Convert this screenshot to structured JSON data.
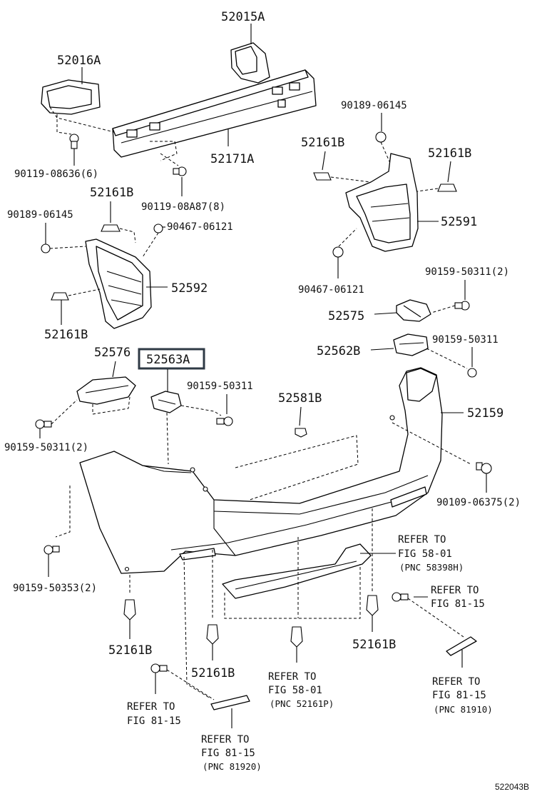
{
  "labels": {
    "p52015A": "52015A",
    "p52016A": "52016A",
    "p52171A": "52171A",
    "p90119_08636": "90119-08636(6)",
    "p90119_08A87": "90119-08A87(8)",
    "p90189_left": "90189-06145",
    "p52161B_l1": "52161B",
    "p90467_left": "90467-06121",
    "p52592": "52592",
    "p52161B_l2": "52161B",
    "p90189_right": "90189-06145",
    "p52161B_r1": "52161B",
    "p52161B_r2": "52161B",
    "p52591": "52591",
    "p90467_right": "90467-06121",
    "p90159_50311_2a": "90159-50311(2)",
    "p52575": "52575",
    "p52562B": "52562B",
    "p90159_50311_a": "90159-50311",
    "p52576": "52576",
    "p52563A": "52563A",
    "p90159_50311_b": "90159-50311",
    "p52581B": "52581B",
    "p52159": "52159",
    "p90159_50311_2b": "90159-50311(2)",
    "p90109_06375": "90109-06375(2)",
    "p90159_50353": "90159-50353(2)",
    "p52161B_b1": "52161B",
    "p52161B_b2": "52161B",
    "p52161B_b3": "52161B",
    "ref1_a": "REFER TO",
    "ref1_b": "FIG 58-01",
    "ref1_c": "(PNC 58398H)",
    "ref2_a": "REFER TO",
    "ref2_b": "FIG 81-15",
    "ref3_a": "REFER TO",
    "ref3_b": "FIG 58-01",
    "ref3_c": "(PNC 52161P)",
    "ref4_a": "REFER TO",
    "ref4_b": "FIG 81-15",
    "ref4_c": "(PNC 81910)",
    "ref5_a": "REFER TO",
    "ref5_b": "FIG 81-15",
    "ref6_a": "REFER TO",
    "ref6_b": "FIG 81-15",
    "ref6_c": "(PNC 81920)"
  },
  "highlighted_part": "52563A",
  "highlight_color": "#2f3a45",
  "figure_code": "522043B"
}
